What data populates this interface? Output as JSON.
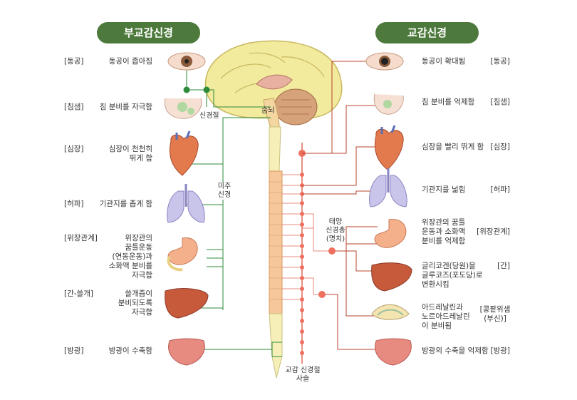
{
  "titles": {
    "left": "부교감신경",
    "right": "교감신경"
  },
  "left_rows": [
    {
      "tag": "[동공]",
      "desc": "동공이 좁아짐"
    },
    {
      "tag": "[침샘]",
      "desc": "침 분비를 자극함"
    },
    {
      "tag": "[심장]",
      "desc": "심장이 천천히\n뛰게 함"
    },
    {
      "tag": "[허파]",
      "desc": "기관지를 좁게 함"
    },
    {
      "tag": "[위장관계]",
      "desc": "위장관의\n꿈틀운동\n(연동운동)과\n소화액 분비를\n자극함"
    },
    {
      "tag": "[간-쓸개]",
      "desc": "쓸개즙이\n분비되도록\n자극함"
    },
    {
      "tag": "[방광]",
      "desc": "방광이 수축함"
    }
  ],
  "right_rows": [
    {
      "tag": "[동공]",
      "desc": "동공이 확대됨"
    },
    {
      "tag": "[침샘]",
      "desc": "침 분비를 억제함"
    },
    {
      "tag": "[심장]",
      "desc": "심장을 빨리 뛰게 함"
    },
    {
      "tag": "[허파]",
      "desc": "기관지를 넓힘"
    },
    {
      "tag": "[위장관계]",
      "desc": "위장관의 꿈틀\n운동과 소화액\n분비를 억제함"
    },
    {
      "tag": "[간]",
      "desc": "글리코겐(당원)을\n글루코즈(포도당)로\n변환시킴"
    },
    {
      "tag": "[콩팥위샘\n(부신)]",
      "desc": "아드레날린과\n노르아드레날린\n이 분비됨"
    },
    {
      "tag": "[방광]",
      "desc": "방광의 수축을 억제함"
    }
  ],
  "labels": {
    "ganglion": "신경절",
    "medulla": "숨뇌",
    "vagus": "미주\n신경",
    "solar_plexus": "태양\n신경총\n(명치)",
    "sympathetic_chain": "교감 신경절\n사슬"
  },
  "colors": {
    "title_bg": "#4d7a3c",
    "parasympathetic": "#2e8b3a",
    "sympathetic": "#b8442c",
    "chain_node": "#f07060",
    "spinal_cord": "#f5c79a",
    "brain": "#f2ea9c"
  }
}
